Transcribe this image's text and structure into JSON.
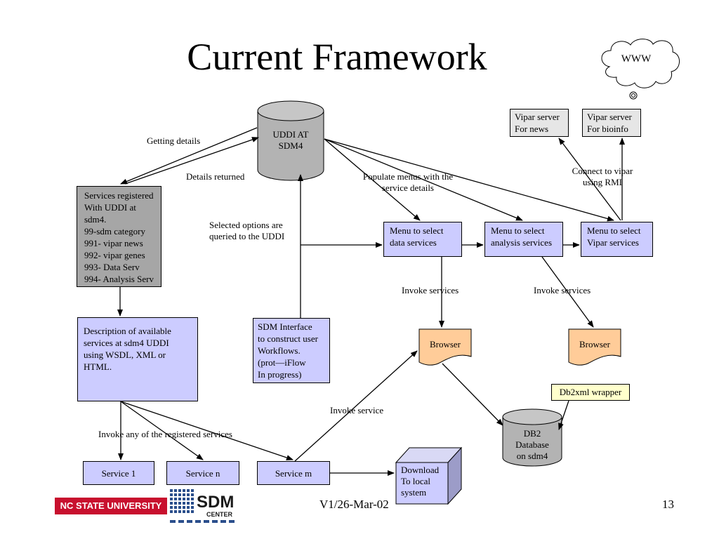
{
  "title": "Current Framework",
  "www": "WWW",
  "uddi": "UDDI AT\nSDM4",
  "vipar_news": "Vipar server\nFor news",
  "vipar_bioinfo": "Vipar server\nFor bioinfo",
  "registry": "Services registered\nWith UDDI at\nsdm4.\n99-sdm category\n991- vipar news\n992- vipar genes\n993- Data Serv\n994- Analysis Serv",
  "description": "Description of available\nservices at sdm4 UDDI\nusing WSDL, XML or\nHTML.",
  "sdm_interface": "SDM  Interface\nto construct user\nWorkflows.\n(prot—iFlow\n In progress)",
  "menu_data": "Menu to select\ndata services",
  "menu_analysis": "Menu to select\nanalysis services",
  "menu_vipar": "Menu to select\nVipar services",
  "browser_1": "Browser",
  "browser_2": "Browser",
  "db2xml": "Db2xml wrapper",
  "db2": "DB2\nDatabase\non sdm4",
  "service_1": "Service 1",
  "service_n": "Service n",
  "service_m": "Service m",
  "download": "Download\nTo local\nsystem",
  "labels": {
    "getting_details": "Getting details",
    "details_returned": "Details returned",
    "populate": "Populate menus with the\nservice details",
    "connect_vipar": "Connect to vipar\nusing RMI",
    "selected_options": "Selected options are\nqueried to the UDDI",
    "invoke_services_1": "Invoke services",
    "invoke_services_2": "Invoke services",
    "invoke_service": "Invoke service",
    "invoke_any": "Invoke any of the registered services"
  },
  "footer": {
    "ncsu_logo": "NC STATE UNIVERSITY",
    "sdm_logo": "SDM CENTER",
    "version": "V1/26-Mar-02",
    "page": "13"
  }
}
